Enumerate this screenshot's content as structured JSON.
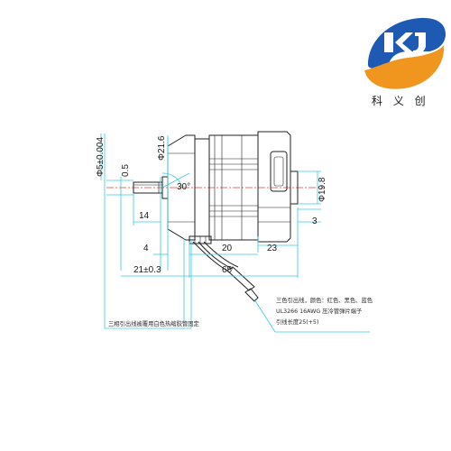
{
  "brand": {
    "company_name": "科 义 创",
    "colors": {
      "logo_blue": "#1e5ab4",
      "logo_orange": "#f0961e"
    }
  },
  "diagram": {
    "dimensions": {
      "shaft_diameter": "Φ5±0.004",
      "shaft_flat": "0.5",
      "body_diameter": "Φ21.6",
      "chamfer_angle": "30°",
      "rear_diameter": "Φ19.8",
      "rear_offset": "3",
      "shaft_14": "14",
      "shaft_4": "4",
      "body_20": "20",
      "rear_23": "23",
      "front_21": "21±0.3",
      "length_65": "65"
    },
    "notes": {
      "wire_line1": "三色引出线，颜色：红色、黑色、蓝色",
      "wire_line2": "UL3266 16AWG 压冷管弹片端子",
      "wire_line3": "引线长度25(+5)",
      "lead_label": "三相引出线被覆用白色热缩胶管固定"
    },
    "colors": {
      "dimension": "#3cc8e0",
      "outline": "#222222",
      "centerline": "#e04040"
    }
  }
}
